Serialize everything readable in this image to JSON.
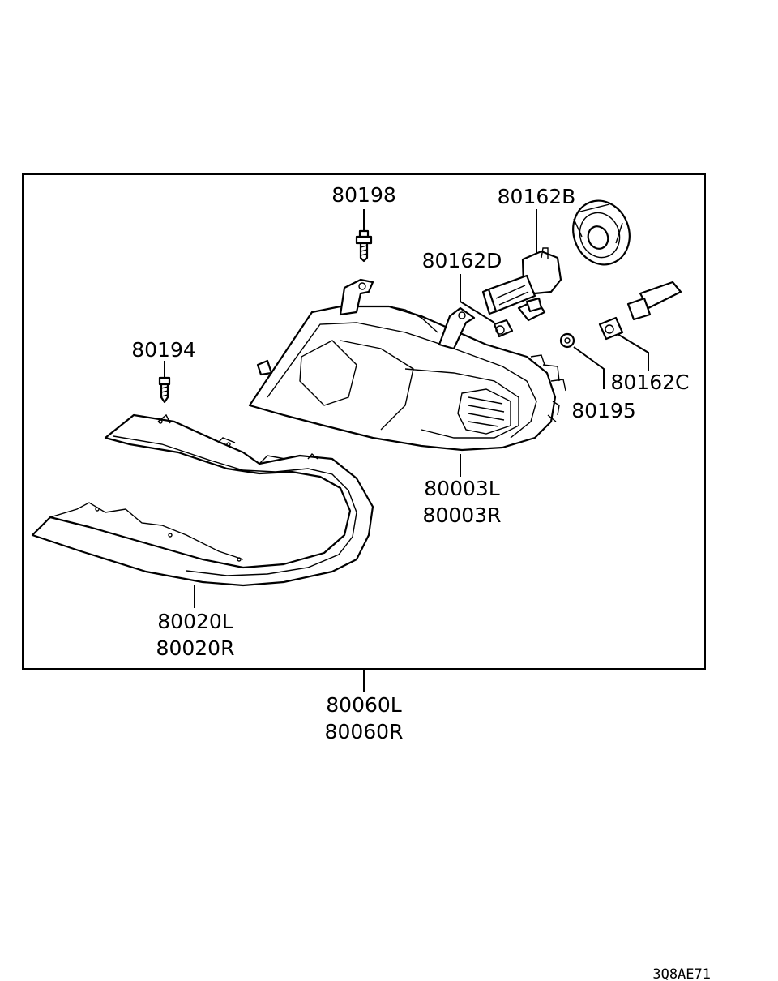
{
  "diagram": {
    "parts": {
      "bolt_top": "80198",
      "bulb_h4": "80162B",
      "bulb_small_d": "80162D",
      "screw_left": "80194",
      "bulb_c": "80162C",
      "socket": "80195",
      "headlamp_l": "80003L",
      "headlamp_r": "80003R",
      "bezel_l": "80020L",
      "bezel_r": "80020R",
      "assembly_l": "80060L",
      "assembly_r": "80060R"
    },
    "figure_code": "3Q8AE71"
  }
}
